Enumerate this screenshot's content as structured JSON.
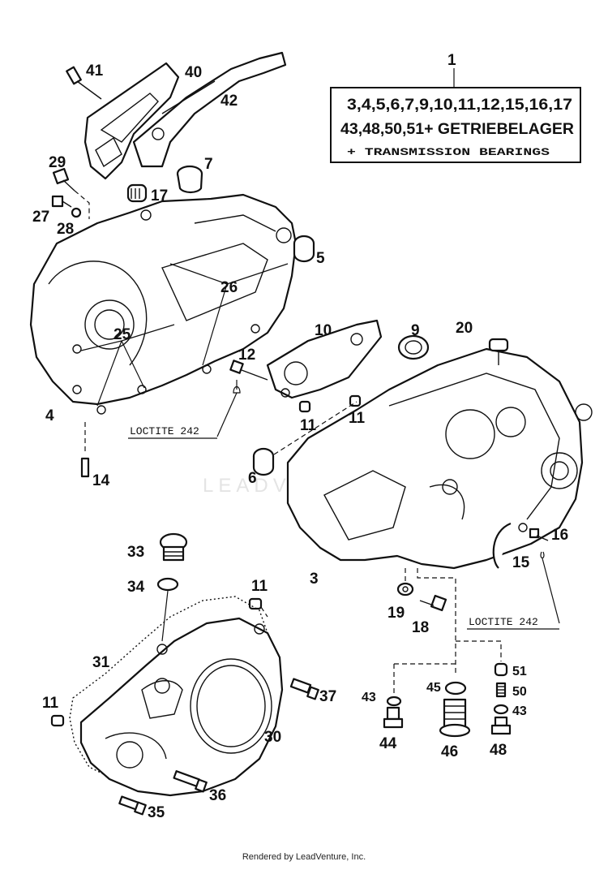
{
  "callouts": {
    "n1": "1",
    "n3": "3",
    "n4": "4",
    "n5": "5",
    "n6": "6",
    "n7": "7",
    "n9": "9",
    "n10": "10",
    "n11a": "11",
    "n11b": "11",
    "n11c": "11",
    "n11d": "11",
    "n12": "12",
    "n14": "14",
    "n15": "15",
    "n16": "16",
    "n17": "17",
    "n18": "18",
    "n19": "19",
    "n20": "20",
    "n25": "25",
    "n26": "26",
    "n27": "27",
    "n28": "28",
    "n29": "29",
    "n30": "30",
    "n31": "31",
    "n33": "33",
    "n34": "34",
    "n35": "35",
    "n36": "36",
    "n37": "37",
    "n40": "40",
    "n41": "41",
    "n42": "42",
    "n43a": "43",
    "n43b": "43",
    "n44": "44",
    "n45": "45",
    "n46": "46",
    "n48": "48",
    "n50": "50",
    "n51": "51"
  },
  "kit_box": {
    "line1": "3,4,5,6,7,9,10,11,12,15,16,17",
    "line2": "43,48,50,51+ GETRIEBELAGER",
    "line3": "+ TRANSMISSION BEARINGS"
  },
  "loctite_labels": {
    "left": "LOCTITE 242",
    "right": "LOCTITE 242"
  },
  "watermark": "LEADVENTURE",
  "footer": "Rendered by LeadVenture, Inc."
}
